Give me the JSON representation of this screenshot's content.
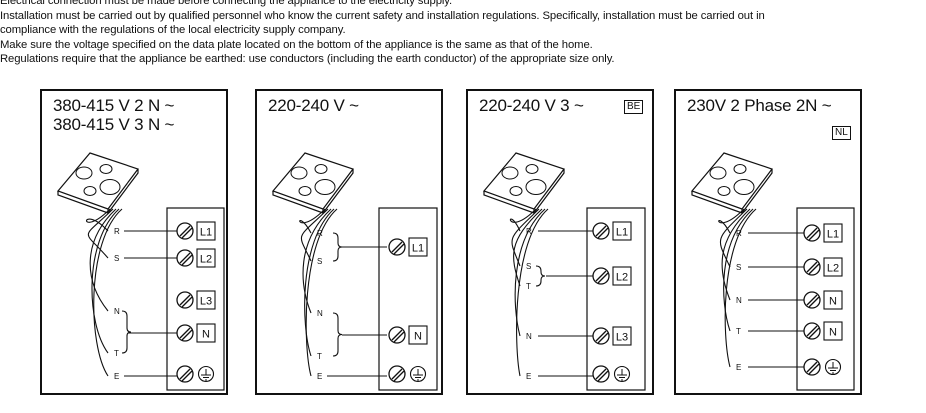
{
  "instructions": [
    "Electrical connection must be made before connecting the appliance to the electricity supply.",
    "Installation must be carried out by qualified personnel who know the current safety and installation regulations. Specifically, installation must be carried out in",
    "compliance with the regulations of the local electricity supply company.",
    "Make sure the voltage specified on the data plate located on the bottom of the appliance is the same as that of the home.",
    "Regulations require that the appliance be earthed: use conductors (including the earth conductor) of the appropriate size only."
  ],
  "diagrams": [
    {
      "title": "380-415 V 2 N ~\n380-415 V 3 N ~",
      "badge": "",
      "wires": [
        "R",
        "S",
        "N",
        "T",
        "E"
      ],
      "terminals": [
        "L1",
        "L2",
        "L3",
        "N",
        "earth"
      ]
    },
    {
      "title": "220-240 V ~",
      "badge": "",
      "wires": [
        "R",
        "S",
        "N",
        "T",
        "E"
      ],
      "terminals": [
        "L1",
        "N",
        "earth"
      ]
    },
    {
      "title": "220-240 V 3 ~",
      "badge": "BE",
      "wires": [
        "R",
        "S",
        "T",
        "N",
        "E"
      ],
      "terminals": [
        "L1",
        "L2",
        "L3",
        "earth"
      ]
    },
    {
      "title": "230V 2 Phase 2N ~",
      "badge": "NL",
      "wires": [
        "R",
        "S",
        "N",
        "T",
        "E"
      ],
      "terminals": [
        "L1",
        "L2",
        "N",
        "N",
        "earth"
      ]
    }
  ]
}
